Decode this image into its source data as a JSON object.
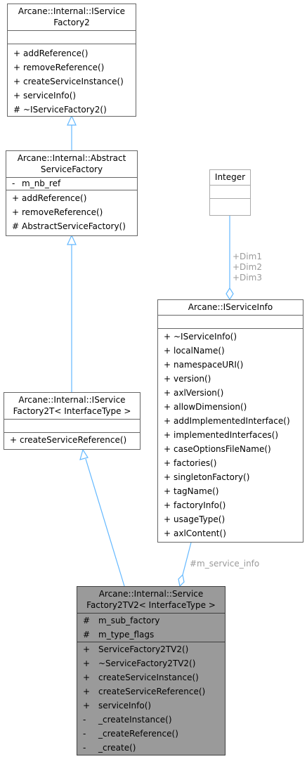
{
  "classes": {
    "iservice_factory2": {
      "title": [
        "Arcane::Internal::IService",
        "Factory2"
      ],
      "attributes": [],
      "methods": [
        {
          "vis": "+",
          "name": "addReference()"
        },
        {
          "vis": "+",
          "name": "removeReference()"
        },
        {
          "vis": "+",
          "name": "createServiceInstance()"
        },
        {
          "vis": "+",
          "name": "serviceInfo()"
        },
        {
          "vis": "#",
          "name": "~IServiceFactory2()"
        }
      ]
    },
    "abstract_service_factory": {
      "title": [
        "Arcane::Internal::Abstract",
        "ServiceFactory"
      ],
      "attributes": [
        {
          "vis": "-",
          "name": "m_nb_ref"
        }
      ],
      "methods": [
        {
          "vis": "+",
          "name": "addReference()"
        },
        {
          "vis": "+",
          "name": "removeReference()"
        },
        {
          "vis": "#",
          "name": "AbstractServiceFactory()"
        }
      ]
    },
    "iservice_factory2t": {
      "title": [
        "Arcane::Internal::IService",
        "Factory2T< InterfaceType >"
      ],
      "attributes": [],
      "methods": [
        {
          "vis": "+",
          "name": "createServiceReference()"
        }
      ]
    },
    "integer": {
      "title": [
        "Integer"
      ],
      "attributes": [],
      "methods": []
    },
    "iservice_info": {
      "title": [
        "Arcane::IServiceInfo"
      ],
      "attributes": [],
      "methods": [
        {
          "vis": "+",
          "name": "~IServiceInfo()"
        },
        {
          "vis": "+",
          "name": "localName()"
        },
        {
          "vis": "+",
          "name": "namespaceURI()"
        },
        {
          "vis": "+",
          "name": "version()"
        },
        {
          "vis": "+",
          "name": "axlVersion()"
        },
        {
          "vis": "+",
          "name": "allowDimension()"
        },
        {
          "vis": "+",
          "name": "addImplementedInterface()"
        },
        {
          "vis": "+",
          "name": "implementedInterfaces()"
        },
        {
          "vis": "+",
          "name": "caseOptionsFileName()"
        },
        {
          "vis": "+",
          "name": "factories()"
        },
        {
          "vis": "+",
          "name": "singletonFactory()"
        },
        {
          "vis": "+",
          "name": "tagName()"
        },
        {
          "vis": "+",
          "name": "factoryInfo()"
        },
        {
          "vis": "+",
          "name": "usageType()"
        },
        {
          "vis": "+",
          "name": "axlContent()"
        }
      ]
    },
    "service_factory2tv2": {
      "title": [
        "Arcane::Internal::Service",
        "Factory2TV2< InterfaceType >"
      ],
      "attributes": [
        {
          "vis": "#",
          "name": "m_sub_factory"
        },
        {
          "vis": "#",
          "name": "m_type_flags"
        }
      ],
      "methods": [
        {
          "vis": "+",
          "name": "ServiceFactory2TV2()"
        },
        {
          "vis": "+",
          "name": "~ServiceFactory2TV2()"
        },
        {
          "vis": "+",
          "name": "createServiceInstance()"
        },
        {
          "vis": "+",
          "name": "createServiceReference()"
        },
        {
          "vis": "+",
          "name": "serviceInfo()"
        },
        {
          "vis": "-",
          "name": "_createInstance()"
        },
        {
          "vis": "-",
          "name": "_createReference()"
        },
        {
          "vis": "-",
          "name": "_create()"
        }
      ]
    }
  },
  "edge_labels": {
    "dims": [
      "+Dim1",
      "+Dim2",
      "+Dim3"
    ],
    "service_info": "#m_service_info"
  },
  "colors": {
    "edge": "#63b8ff",
    "label": "#9a9a9a",
    "highlight_fill": "#9a9a9a"
  }
}
